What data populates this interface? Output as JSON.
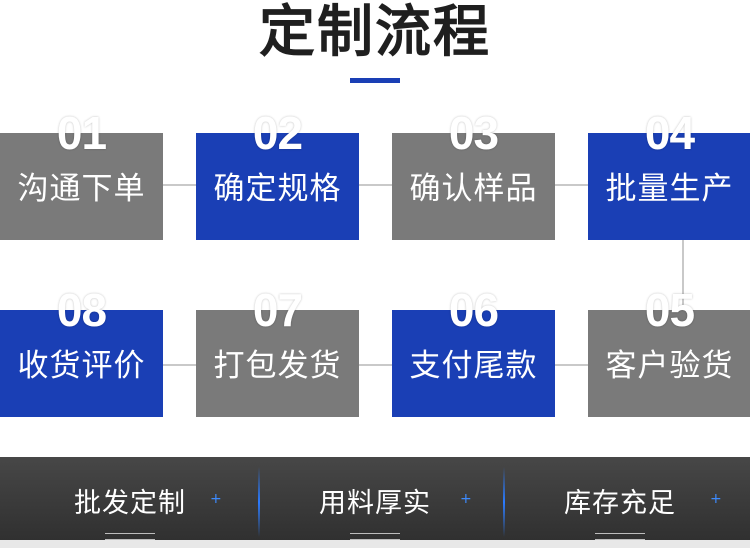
{
  "header": {
    "title": "定制流程"
  },
  "colors": {
    "blue": "#1a3fb5",
    "gray": "#7a7a7a",
    "footer": "#3a3a3a",
    "accent": "#3d8bff"
  },
  "steps": [
    {
      "number": "01",
      "label": "沟通下单",
      "color": "gray"
    },
    {
      "number": "02",
      "label": "确定规格",
      "color": "blue"
    },
    {
      "number": "03",
      "label": "确认样品",
      "color": "gray"
    },
    {
      "number": "04",
      "label": "批量生产",
      "color": "blue"
    },
    {
      "number": "05",
      "label": "客户验货",
      "color": "gray"
    },
    {
      "number": "06",
      "label": "支付尾款",
      "color": "blue"
    },
    {
      "number": "07",
      "label": "打包发货",
      "color": "gray"
    },
    {
      "number": "08",
      "label": "收货评价",
      "color": "blue"
    }
  ],
  "footer": {
    "items": [
      {
        "label": "批发定制",
        "mark": "+"
      },
      {
        "label": "用料厚实",
        "mark": "+"
      },
      {
        "label": "库存充足",
        "mark": "+"
      }
    ]
  }
}
